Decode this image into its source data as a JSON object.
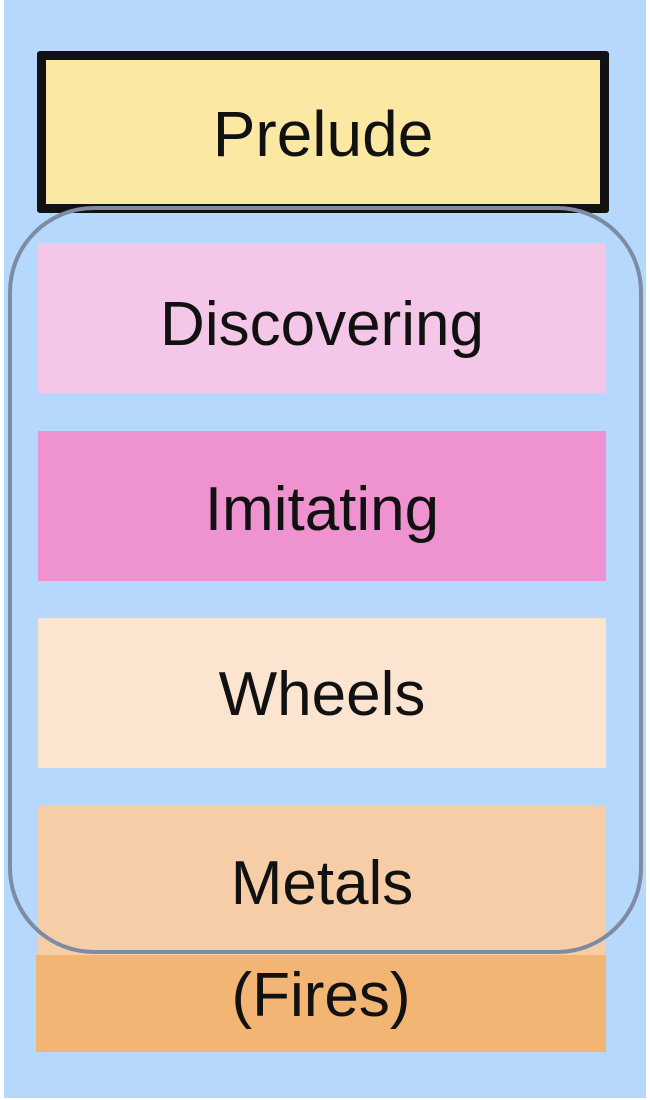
{
  "diagram": {
    "blocks": [
      {
        "label": "Prelude",
        "color": "#fbe9a3",
        "border": "#111111"
      },
      {
        "label": "Discovering",
        "color": "#f4c6e7"
      },
      {
        "label": "Imitating",
        "color": "#ee93d0"
      },
      {
        "label": "Wheels",
        "color": "#fbe5d1"
      },
      {
        "label": "Metals",
        "color": "#f6cda7"
      },
      {
        "label": "(Fires)",
        "color": "#f3b574"
      }
    ],
    "background_color": "#b6d8fd",
    "group_outline_color": "#7d8ba3"
  }
}
